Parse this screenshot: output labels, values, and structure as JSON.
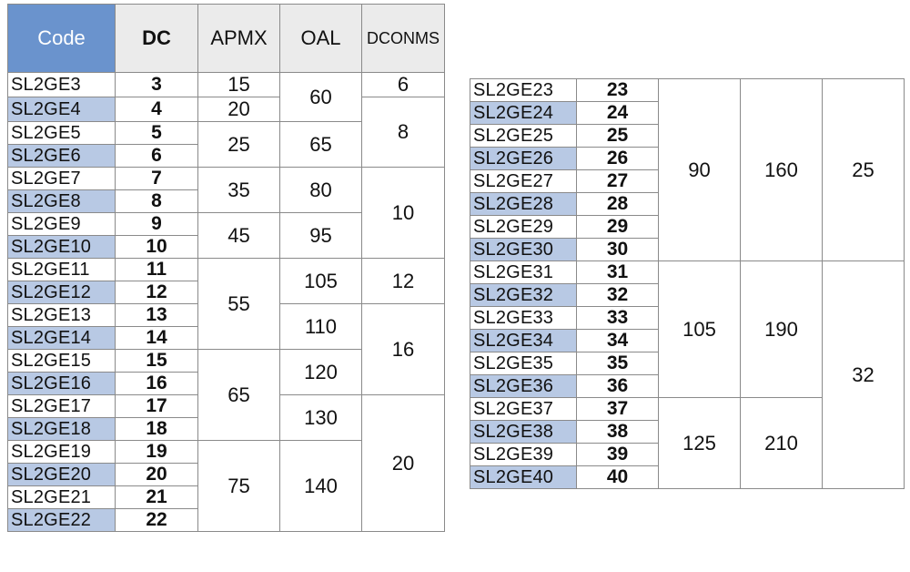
{
  "headers": {
    "code": "Code",
    "dc": "DC",
    "apmx": "APMX",
    "oal": "OAL",
    "dconms": "DCONMS"
  },
  "table1": {
    "rows": [
      {
        "code": "SL2GE3",
        "dc": "3"
      },
      {
        "code": "SL2GE4",
        "dc": "4"
      },
      {
        "code": "SL2GE5",
        "dc": "5"
      },
      {
        "code": "SL2GE6",
        "dc": "6"
      },
      {
        "code": "SL2GE7",
        "dc": "7"
      },
      {
        "code": "SL2GE8",
        "dc": "8"
      },
      {
        "code": "SL2GE9",
        "dc": "9"
      },
      {
        "code": "SL2GE10",
        "dc": "10"
      },
      {
        "code": "SL2GE11",
        "dc": "11"
      },
      {
        "code": "SL2GE12",
        "dc": "12"
      },
      {
        "code": "SL2GE13",
        "dc": "13"
      },
      {
        "code": "SL2GE14",
        "dc": "14"
      },
      {
        "code": "SL2GE15",
        "dc": "15"
      },
      {
        "code": "SL2GE16",
        "dc": "16"
      },
      {
        "code": "SL2GE17",
        "dc": "17"
      },
      {
        "code": "SL2GE18",
        "dc": "18"
      },
      {
        "code": "SL2GE19",
        "dc": "19"
      },
      {
        "code": "SL2GE20",
        "dc": "20"
      },
      {
        "code": "SL2GE21",
        "dc": "21"
      },
      {
        "code": "SL2GE22",
        "dc": "22"
      }
    ],
    "apmx": {
      "r0": "15",
      "r1": "20",
      "r2": "25",
      "r4": "35",
      "r6": "45",
      "r8": "55",
      "r12": "65",
      "r16": "75"
    },
    "oal": {
      "r0": "60",
      "r2": "65",
      "r4": "80",
      "r6": "95",
      "r8": "105",
      "r10": "110",
      "r12": "120",
      "r14": "130",
      "r16": "140"
    },
    "dconms": {
      "r0": "6",
      "r1": "8",
      "r4": "10",
      "r8": "12",
      "r10": "16",
      "r14": "20"
    }
  },
  "table2": {
    "rows": [
      {
        "code": "SL2GE23",
        "dc": "23"
      },
      {
        "code": "SL2GE24",
        "dc": "24"
      },
      {
        "code": "SL2GE25",
        "dc": "25"
      },
      {
        "code": "SL2GE26",
        "dc": "26"
      },
      {
        "code": "SL2GE27",
        "dc": "27"
      },
      {
        "code": "SL2GE28",
        "dc": "28"
      },
      {
        "code": "SL2GE29",
        "dc": "29"
      },
      {
        "code": "SL2GE30",
        "dc": "30"
      },
      {
        "code": "SL2GE31",
        "dc": "31"
      },
      {
        "code": "SL2GE32",
        "dc": "32"
      },
      {
        "code": "SL2GE33",
        "dc": "33"
      },
      {
        "code": "SL2GE34",
        "dc": "34"
      },
      {
        "code": "SL2GE35",
        "dc": "35"
      },
      {
        "code": "SL2GE36",
        "dc": "36"
      },
      {
        "code": "SL2GE37",
        "dc": "37"
      },
      {
        "code": "SL2GE38",
        "dc": "38"
      },
      {
        "code": "SL2GE39",
        "dc": "39"
      },
      {
        "code": "SL2GE40",
        "dc": "40"
      }
    ],
    "apmx": {
      "r0": "90",
      "r8": "105",
      "r14": "125"
    },
    "oal": {
      "r0": "160",
      "r8": "190",
      "r14": "210"
    },
    "dconms": {
      "r0": "25",
      "r8": "32"
    }
  },
  "colors": {
    "header_code_bg": "#6a93cd",
    "code_highlight_bg": "#b8c9e4",
    "header_bg": "#ebebeb",
    "border": "#8a8a8a"
  }
}
